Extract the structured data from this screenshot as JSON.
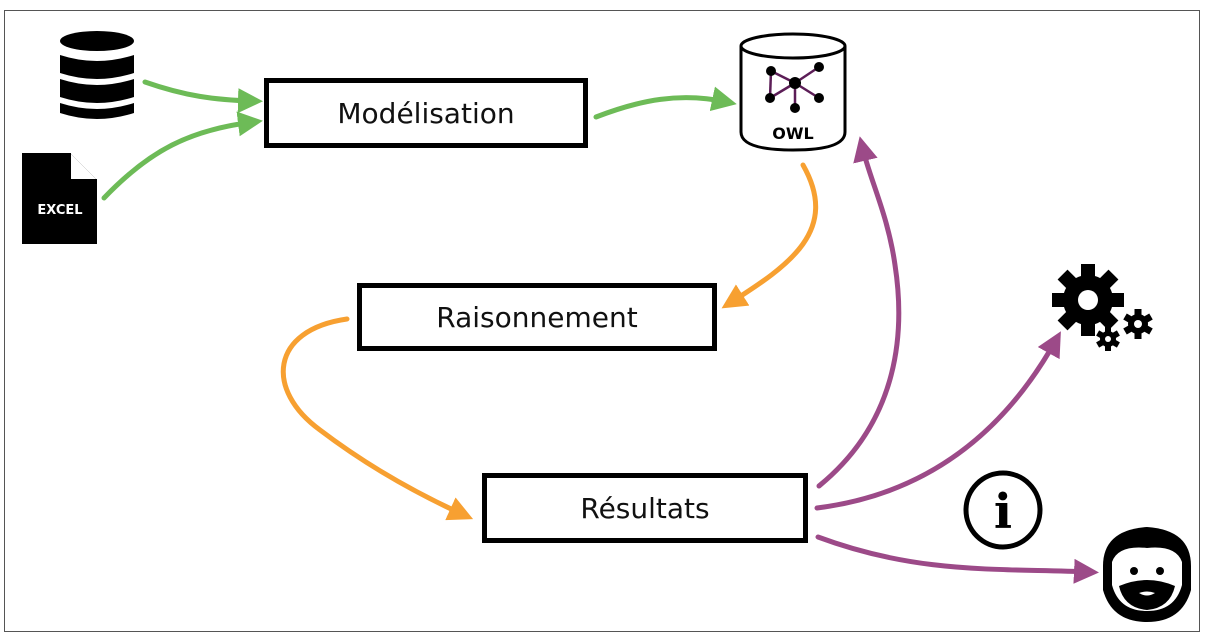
{
  "boxes": {
    "modelisation": "Modélisation",
    "raisonnement": "Raisonnement",
    "resultats": "Résultats"
  },
  "icons": {
    "database": "database-icon",
    "excel_file": "excel-file-icon",
    "excel_label": "EXCEL",
    "owl_store": "owl-ontology-database-icon",
    "owl_label": "OWL",
    "gears": "gears-icon",
    "info": "info-icon",
    "info_glyph": "i",
    "user": "bearded-user-icon"
  },
  "colors": {
    "input_arrows": "#6dbb57",
    "reasoning_arrows": "#f7a031",
    "result_arrows": "#9c4a88",
    "owl_graph": "#5c1d57",
    "boxes": "#000000"
  }
}
